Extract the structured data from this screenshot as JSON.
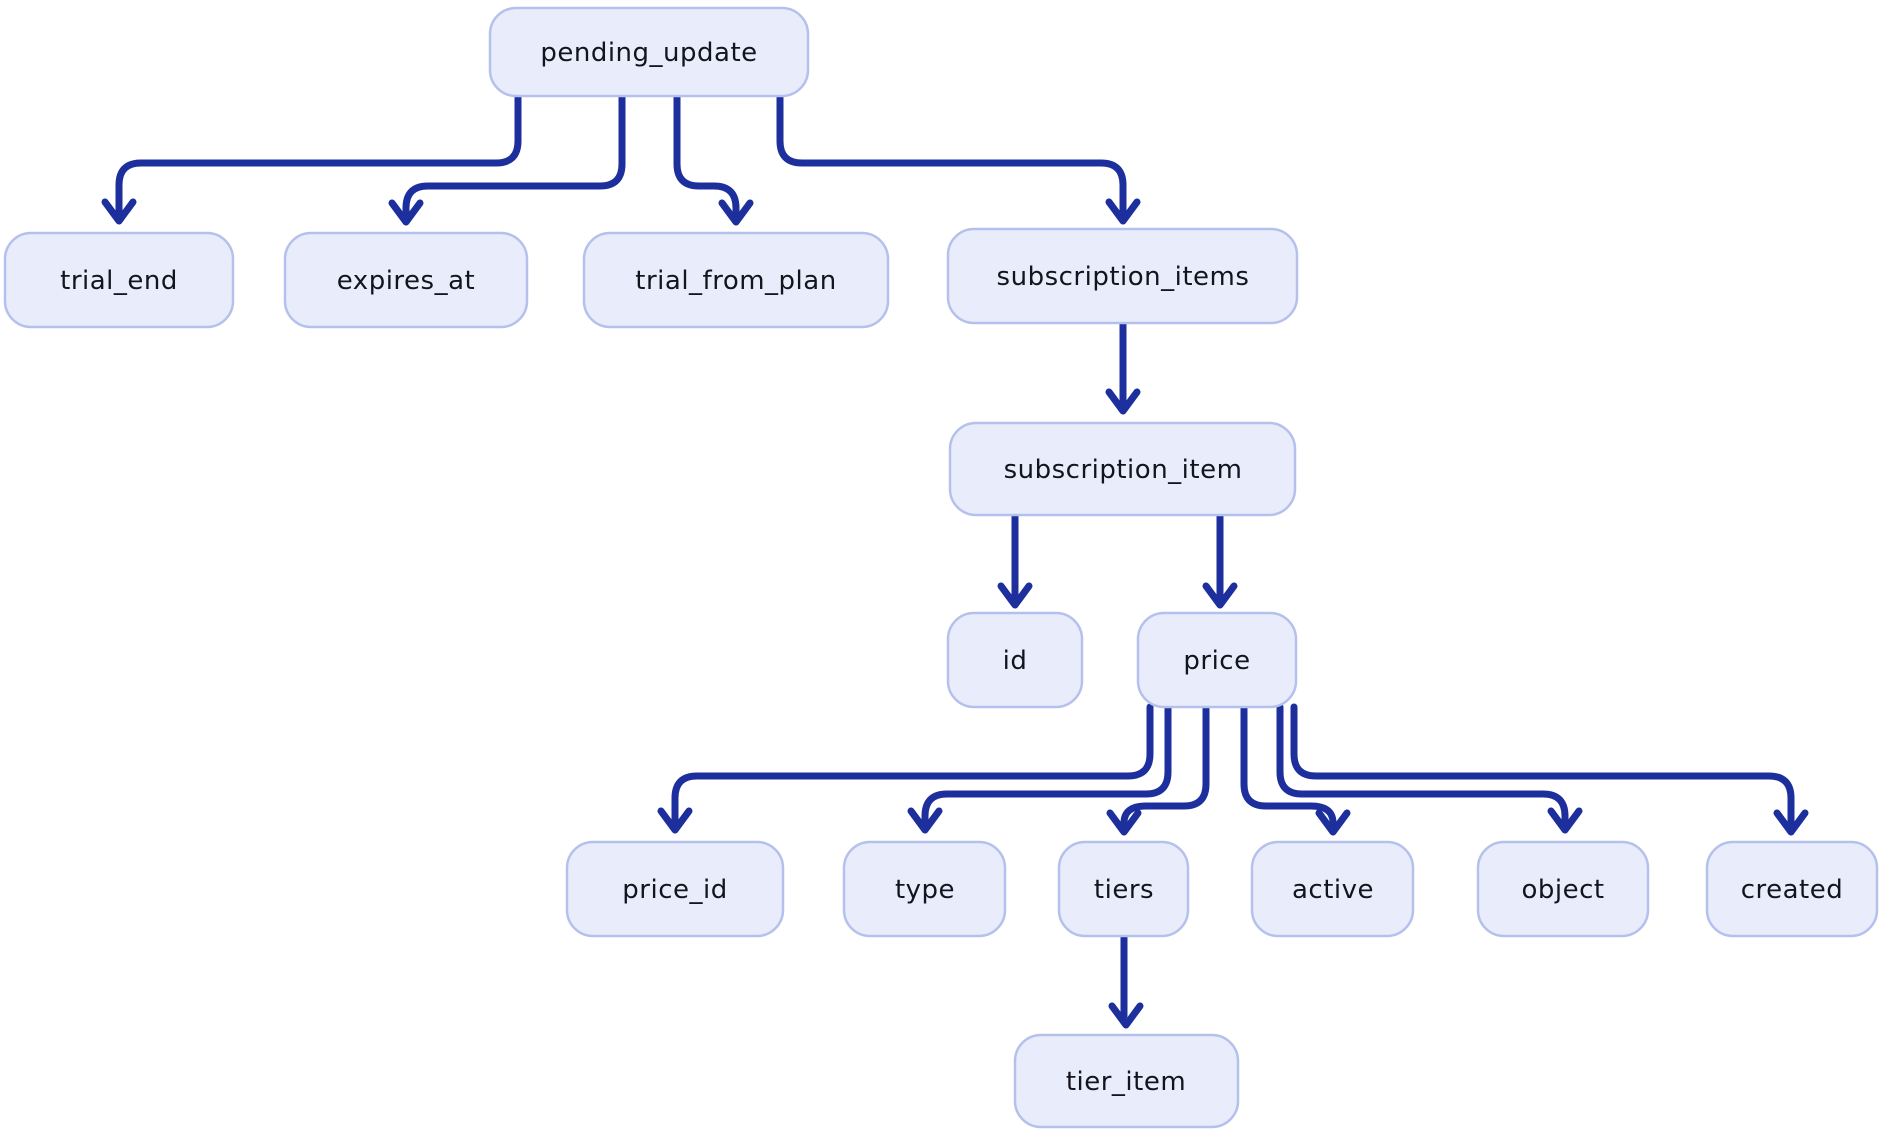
{
  "diagram": {
    "type": "tree",
    "colors": {
      "node_fill": "#e9edfb",
      "node_border": "#b5c1ec",
      "edge": "#1c2f9c",
      "text": "#14141f",
      "background": "#ffffff"
    },
    "nodes": {
      "pending_update": {
        "label": "pending_update"
      },
      "trial_end": {
        "label": "trial_end"
      },
      "expires_at": {
        "label": "expires_at"
      },
      "trial_from_plan": {
        "label": "trial_from_plan"
      },
      "subscription_items": {
        "label": "subscription_items"
      },
      "subscription_item": {
        "label": "subscription_item"
      },
      "id": {
        "label": "id"
      },
      "price": {
        "label": "price"
      },
      "price_id": {
        "label": "price_id"
      },
      "type": {
        "label": "type"
      },
      "tiers": {
        "label": "tiers"
      },
      "active": {
        "label": "active"
      },
      "object": {
        "label": "object"
      },
      "created": {
        "label": "created"
      },
      "tier_item": {
        "label": "tier_item"
      }
    },
    "edges": [
      {
        "from": "pending_update",
        "to": "trial_end"
      },
      {
        "from": "pending_update",
        "to": "expires_at"
      },
      {
        "from": "pending_update",
        "to": "trial_from_plan"
      },
      {
        "from": "pending_update",
        "to": "subscription_items"
      },
      {
        "from": "subscription_items",
        "to": "subscription_item"
      },
      {
        "from": "subscription_item",
        "to": "id"
      },
      {
        "from": "subscription_item",
        "to": "price"
      },
      {
        "from": "price",
        "to": "price_id"
      },
      {
        "from": "price",
        "to": "type"
      },
      {
        "from": "price",
        "to": "tiers"
      },
      {
        "from": "price",
        "to": "active"
      },
      {
        "from": "price",
        "to": "object"
      },
      {
        "from": "price",
        "to": "created"
      },
      {
        "from": "tiers",
        "to": "tier_item"
      }
    ]
  }
}
